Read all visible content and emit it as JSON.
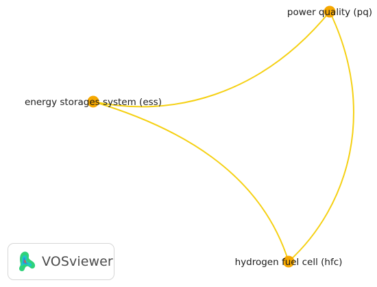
{
  "network": {
    "edge_color": "#f5d012",
    "node_color": "#f6a800",
    "nodes": [
      {
        "id": "ess",
        "label": "energy storages system (ess)"
      },
      {
        "id": "pq",
        "label": "power quality (pq)"
      },
      {
        "id": "hfc",
        "label": "hydrogen fuel cell (hfc)"
      }
    ],
    "edges": [
      {
        "source": "ess",
        "target": "pq"
      },
      {
        "source": "ess",
        "target": "hfc"
      },
      {
        "source": "pq",
        "target": "hfc"
      }
    ]
  },
  "branding": {
    "logo_text": "VOSviewer",
    "logo_icon": "vosviewer-logo-icon"
  }
}
